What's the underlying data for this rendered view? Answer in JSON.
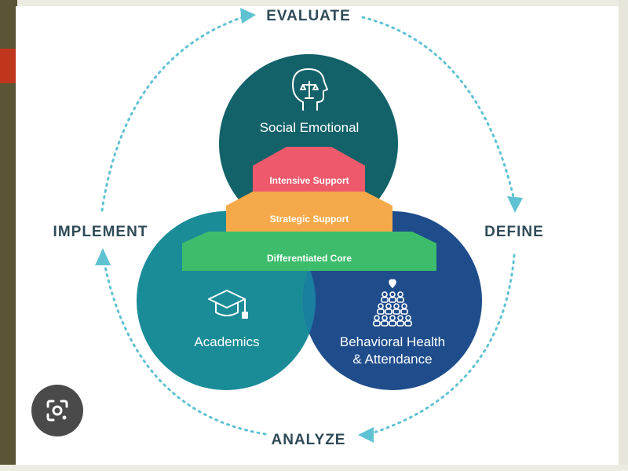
{
  "cycle": {
    "evaluate": "EVALUATE",
    "define": "DEFINE",
    "analyze": "ANALYZE",
    "implement": "IMPLEMENT"
  },
  "circles": {
    "social_emotional": "Social Emotional",
    "academics": "Academics",
    "behavioral_line1": "Behavioral Health",
    "behavioral_line2": "& Attendance"
  },
  "tiers": {
    "intensive": "Intensive Support",
    "strategic": "Strategic Support",
    "core": "Differentiated Core"
  },
  "colors": {
    "arrow": "#5fc2d2",
    "social_emotional": "#13626a",
    "academics": "#1a8c98",
    "behavioral": "#1f4d8c",
    "intensive": "#ee5a6b",
    "strategic": "#f6a94a",
    "core": "#3dbd6b"
  },
  "icons": [
    "head-scales-icon",
    "graduation-cap-icon",
    "group-heart-icon",
    "lens-search-icon"
  ]
}
